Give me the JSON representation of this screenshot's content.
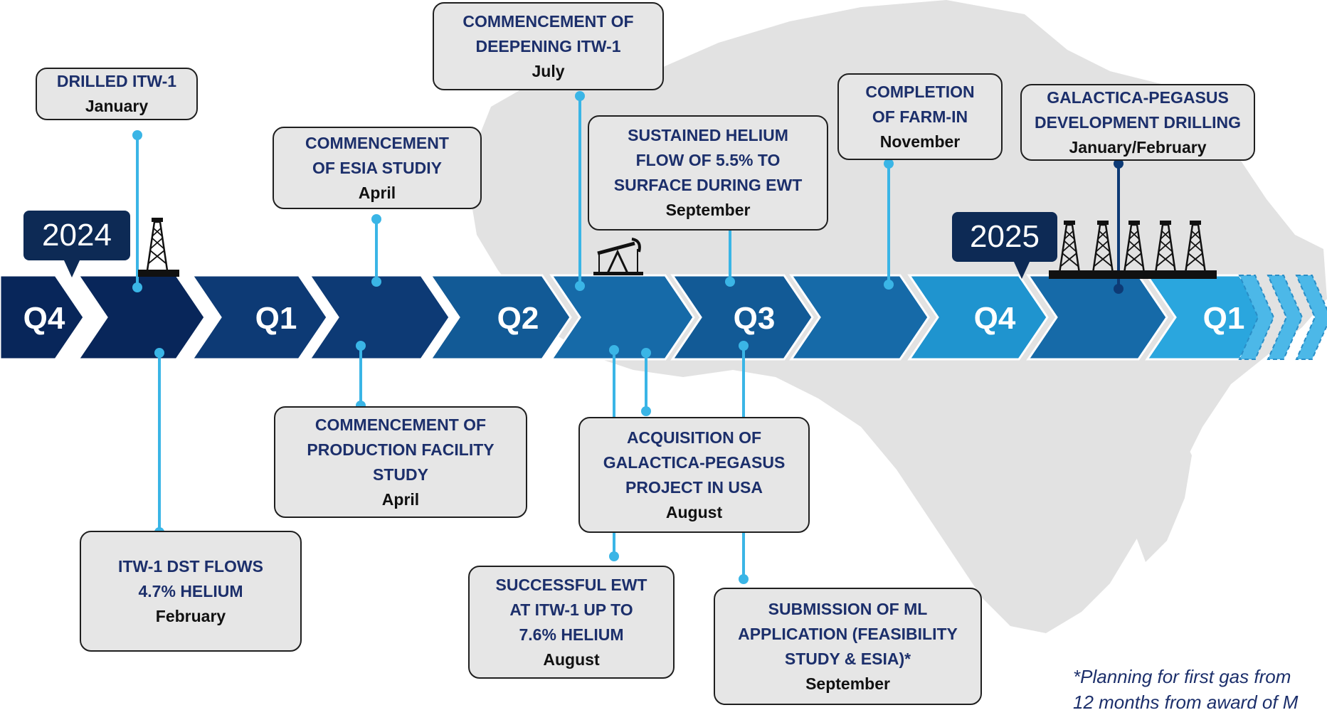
{
  "colors": {
    "deep_navy": "#08265a",
    "navy": "#0d3a75",
    "blue": "#125a96",
    "mid_blue": "#166aa8",
    "light_blue": "#1f94cf",
    "sky_blue": "#2aa6de",
    "connector": "#3ab5e6",
    "box_fill": "#e6e6e6",
    "title_text": "#1c2f6b"
  },
  "years": [
    "2024",
    "2025"
  ],
  "quarters": [
    "Q4",
    "Q1",
    "Q2",
    "Q3",
    "Q4",
    "Q1"
  ],
  "milestones_above": [
    {
      "title": "DRILLED ITW-1",
      "date": "January"
    },
    {
      "title": "COMMENCEMENT\nOF ESIA STUDIY",
      "date": "April"
    },
    {
      "title": "COMMENCEMENT OF\nDEEPENING ITW-1",
      "date": "July"
    },
    {
      "title": "SUSTAINED HELIUM\nFLOW OF 5.5% TO\nSURFACE DURING EWT",
      "date": "September"
    },
    {
      "title": "COMPLETION\nOF FARM-IN",
      "date": "November"
    },
    {
      "title": "GALACTICA-PEGASUS\nDEVELOPMENT DRILLING",
      "date": "January/February"
    }
  ],
  "milestones_below": [
    {
      "title": "ITW-1 DST FLOWS\n4.7% HELIUM",
      "date": "February"
    },
    {
      "title": "COMMENCEMENT OF\nPRODUCTION FACILITY\nSTUDY",
      "date": "April"
    },
    {
      "title": "ACQUISITION OF\nGALACTICA-PEGASUS\nPROJECT IN USA",
      "date": "August"
    },
    {
      "title": "SUCCESSFUL EWT\nAT ITW-1 UP TO\n7.6% HELIUM",
      "date": "August"
    },
    {
      "title": "SUBMISSION OF ML\nAPPLICATION (FEASIBILITY\nSTUDY & ESIA)*",
      "date": "September"
    }
  ],
  "icons": [
    "drilling-rig-icon",
    "pumpjack-icon",
    "drilling-rig-icon"
  ],
  "footnote": {
    "line1": "*Planning for first gas from",
    "line2": "12 months from award of M"
  }
}
